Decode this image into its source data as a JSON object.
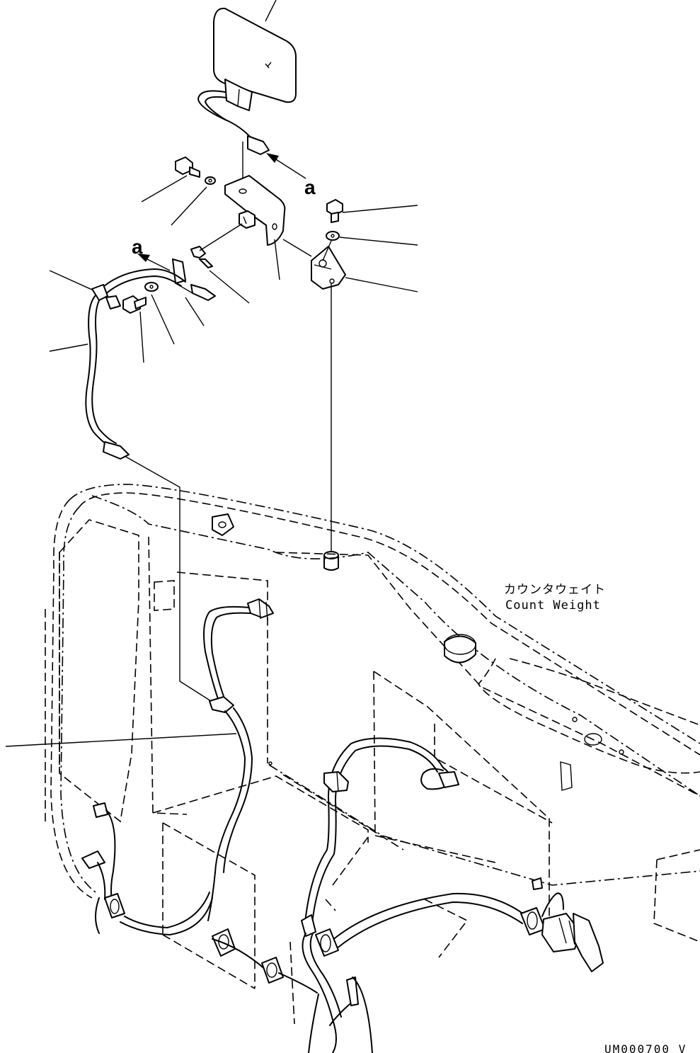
{
  "diagram": {
    "labels": {
      "counterweight_jp": "カウンタウェイト",
      "counterweight_en": "Count Weight",
      "detail_mark_top": "a",
      "detail_mark_left": "a",
      "drawing_code": "UM000700  V"
    }
  }
}
